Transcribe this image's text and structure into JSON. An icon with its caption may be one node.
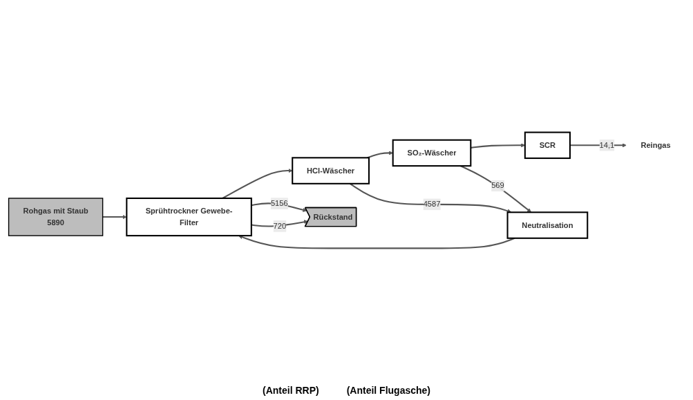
{
  "diagram": {
    "nodes": [
      {
        "text": [
          "Rohgas mit Staub",
          "5890"
        ]
      },
      {
        "text": [
          "Sprühtrockner Gewebe-Filter"
        ]
      },
      {
        "text": [
          "HCl-Wäscher"
        ]
      },
      {
        "text": [
          "SO₂-Wäscher"
        ]
      },
      {
        "text": [
          "SCR"
        ]
      },
      {
        "text": [
          "Reingas"
        ]
      },
      {
        "text": [
          "Neutralisation"
        ]
      },
      {
        "text": [
          "Rückstand"
        ]
      }
    ],
    "edges": [
      {
        "from": 0,
        "to": 1,
        "arrow": "to"
      },
      {
        "from": 1,
        "to": 2,
        "arrow": "to"
      },
      {
        "from": 2,
        "to": 3,
        "arrow": "to"
      },
      {
        "from": 3,
        "to": 4,
        "arrow": "to"
      },
      {
        "from": 4,
        "to": 5,
        "arrow": "to",
        "label": "14,1"
      },
      {
        "from": 2,
        "to": 6,
        "arrow": "to",
        "label": "4587"
      },
      {
        "from": 3,
        "to": 6,
        "arrow": "to",
        "label": "569"
      },
      {
        "from": 6,
        "to": 1,
        "arrow": "to"
      },
      {
        "from": 1,
        "to": 7,
        "arrow": "to",
        "label": "5156"
      },
      {
        "from": 1,
        "to": 7,
        "arrow": "to",
        "label": "720"
      }
    ],
    "labels": [
      "(Anteil RRP)",
      "(Anteil Flugasche)"
    ]
  }
}
